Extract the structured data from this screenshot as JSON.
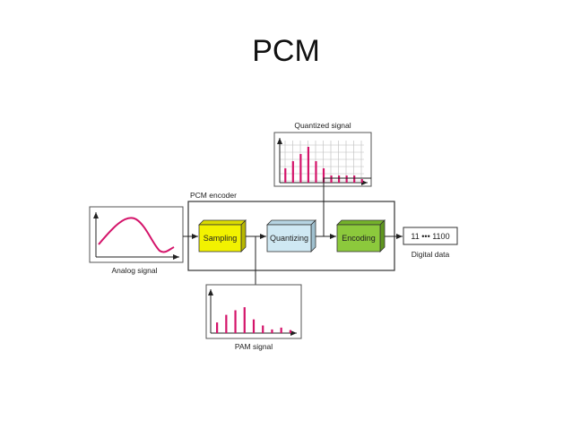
{
  "slide": {
    "title": "PCM"
  },
  "diagram": {
    "encoder_label": "PCM encoder",
    "blocks": [
      {
        "label": "Sampling",
        "color": "#f2f200"
      },
      {
        "label": "Quantizing",
        "color": "#cfe8f3"
      },
      {
        "label": "Encoding",
        "color": "#8cc93c"
      }
    ],
    "analog_label": "Analog signal",
    "pam_label": "PAM signal",
    "quantized_label": "Quantized signal",
    "digital_label": "Digital data",
    "digital_value": "11 ••• 1100",
    "accent_color": "#d4146a",
    "pam_levels": [
      0.35,
      0.6,
      0.75,
      0.85,
      0.45,
      0.25,
      0.12,
      0.18,
      0.1
    ],
    "quantized_levels": [
      0.4,
      0.6,
      0.8,
      1.0,
      0.6,
      0.4,
      0.2,
      0.2,
      0.2,
      0.2,
      0.1
    ]
  }
}
